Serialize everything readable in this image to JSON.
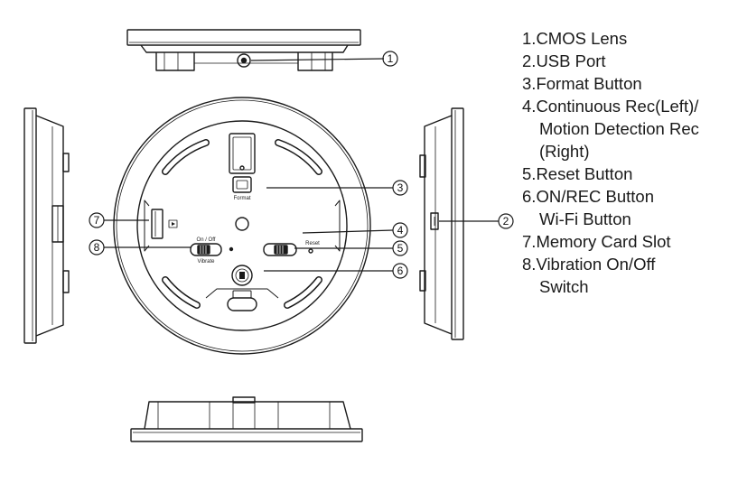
{
  "legend": [
    {
      "num": "1.",
      "lines": [
        "CMOS Lens"
      ]
    },
    {
      "num": "2.",
      "lines": [
        "USB Port"
      ]
    },
    {
      "num": "3.",
      "lines": [
        "Format Button"
      ]
    },
    {
      "num": "4.",
      "lines": [
        "Continuous Rec(Left)/",
        "Motion Detection Rec",
        "(Right)"
      ]
    },
    {
      "num": "5.",
      "lines": [
        "Reset Button"
      ]
    },
    {
      "num": "6.",
      "lines": [
        "ON/REC Button",
        "Wi-Fi Button"
      ]
    },
    {
      "num": "7.",
      "lines": [
        "Memory Card Slot"
      ]
    },
    {
      "num": "8.",
      "lines": [
        "Vibration On/Off",
        "Switch"
      ]
    }
  ],
  "callouts": [
    "1",
    "2",
    "3",
    "4",
    "5",
    "6",
    "7",
    "8"
  ],
  "device_labels": {
    "format": "Format",
    "onoff": "On / Off",
    "vibrate": "Vibrate",
    "reset": "Reset"
  }
}
